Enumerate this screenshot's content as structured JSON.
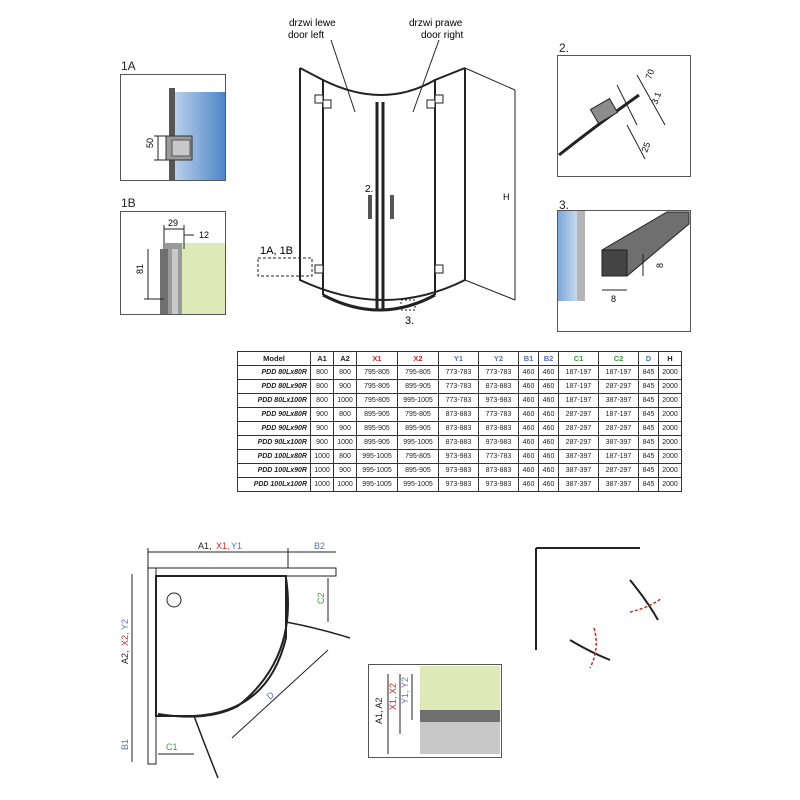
{
  "labels": {
    "door_left_pl": "drzwi lewe",
    "door_left_en": "door left",
    "door_right_pl": "drzwi prawe",
    "door_right_en": "door right",
    "height": "H",
    "callout_1a1b": "1A, 1B",
    "callout_2": "2.",
    "callout_3": "3."
  },
  "detail_1a": {
    "title": "1A",
    "dim": "50"
  },
  "detail_1b": {
    "title": "1B",
    "dim_top_a": "29",
    "dim_top_b": "12",
    "dim_side": "81"
  },
  "detail_2": {
    "title": "2.",
    "dim_a": "70",
    "dim_b": "3.1",
    "dim_c": "25"
  },
  "detail_3": {
    "title": "3.",
    "dim_a": "8",
    "dim_b": "8"
  },
  "table": {
    "headers": [
      {
        "text": "Model",
        "color": "black"
      },
      {
        "text": "A1",
        "color": "black"
      },
      {
        "text": "A2",
        "color": "black"
      },
      {
        "text": "X1",
        "color": "red"
      },
      {
        "text": "X2",
        "color": "red"
      },
      {
        "text": "Y1",
        "color": "blue"
      },
      {
        "text": "Y2",
        "color": "blue"
      },
      {
        "text": "B1",
        "color": "blue"
      },
      {
        "text": "B2",
        "color": "blue"
      },
      {
        "text": "C1",
        "color": "green"
      },
      {
        "text": "C2",
        "color": "green"
      },
      {
        "text": "D",
        "color": "blue"
      },
      {
        "text": "H",
        "color": "black"
      }
    ],
    "rows": [
      [
        "PDD 80Lx80R",
        "800",
        "800",
        "795-805",
        "795-805",
        "773-783",
        "773-783",
        "460",
        "460",
        "187-197",
        "187-197",
        "845",
        "2000"
      ],
      [
        "PDD 80Lx90R",
        "800",
        "900",
        "795-805",
        "895-905",
        "773-783",
        "873-883",
        "460",
        "460",
        "187-197",
        "287-297",
        "845",
        "2000"
      ],
      [
        "PDD 80Lx100R",
        "800",
        "1000",
        "795-805",
        "995-1005",
        "773-783",
        "973-983",
        "460",
        "460",
        "187-197",
        "387-397",
        "845",
        "2000"
      ],
      [
        "PDD 90Lx80R",
        "900",
        "800",
        "895-905",
        "795-805",
        "873-883",
        "773-783",
        "460",
        "460",
        "287-297",
        "187-197",
        "845",
        "2000"
      ],
      [
        "PDD 90Lx90R",
        "900",
        "900",
        "895-905",
        "895-905",
        "873-883",
        "873-883",
        "460",
        "460",
        "287-297",
        "287-297",
        "845",
        "2000"
      ],
      [
        "PDD 90Lx100R",
        "900",
        "1000",
        "895-905",
        "995-1005",
        "873-883",
        "973-983",
        "460",
        "460",
        "287-297",
        "387-397",
        "845",
        "2000"
      ],
      [
        "PDD 100Lx80R",
        "1000",
        "800",
        "995-1005",
        "795-805",
        "973-983",
        "773-783",
        "460",
        "460",
        "387-397",
        "187-197",
        "845",
        "2000"
      ],
      [
        "PDD 100Lx90R",
        "1000",
        "900",
        "995-1005",
        "895-905",
        "973-983",
        "873-883",
        "460",
        "460",
        "387-397",
        "287-297",
        "845",
        "2000"
      ],
      [
        "PDD 100Lx100R",
        "1000",
        "1000",
        "995-1005",
        "995-1005",
        "973-983",
        "973-983",
        "460",
        "460",
        "387-397",
        "387-397",
        "845",
        "2000"
      ]
    ]
  },
  "plan": {
    "top_dim_a": "A1,",
    "top_dim_x": "X1,",
    "top_dim_y": "Y1",
    "top_dim_b": "B2",
    "left_dim_a": "A2,",
    "left_dim_x": "X2,",
    "left_dim_y": "Y2",
    "left_dim_b": "B1",
    "c1": "C1",
    "c2": "C2",
    "d": "D"
  },
  "detail_side": {
    "a": "A1, A2",
    "x": "X1, X2",
    "y": "Y1, Y2"
  },
  "colors": {
    "red": "#c62828",
    "blue": "#5b6fb5",
    "green": "#3d9a3d",
    "glass": "#dfe9b8",
    "wall_blue": "#7ea7d8"
  }
}
